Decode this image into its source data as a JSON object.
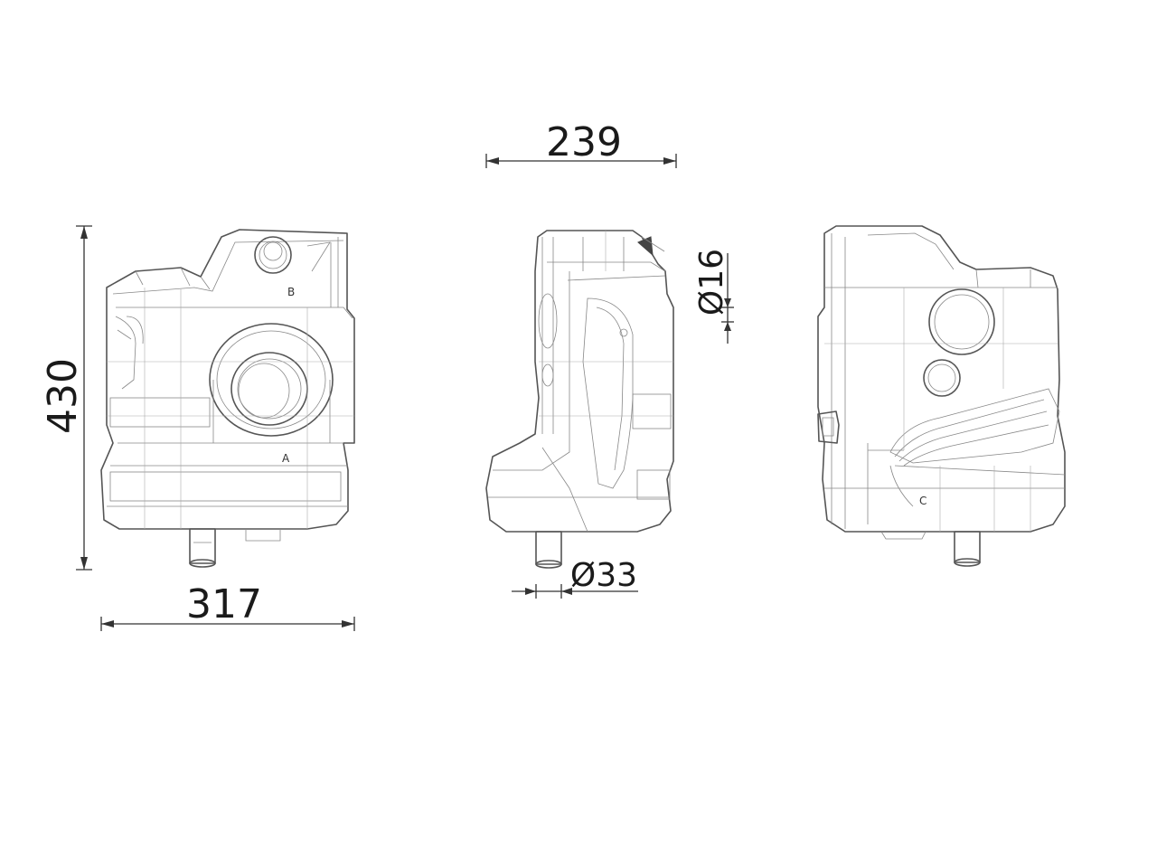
{
  "dimensions": {
    "height": "430",
    "width_front": "317",
    "depth": "239",
    "pipe_small_dia": "Ø16",
    "pipe_large_dia": "Ø33"
  },
  "markers": {
    "a": "A",
    "b": "B",
    "c": "C"
  }
}
